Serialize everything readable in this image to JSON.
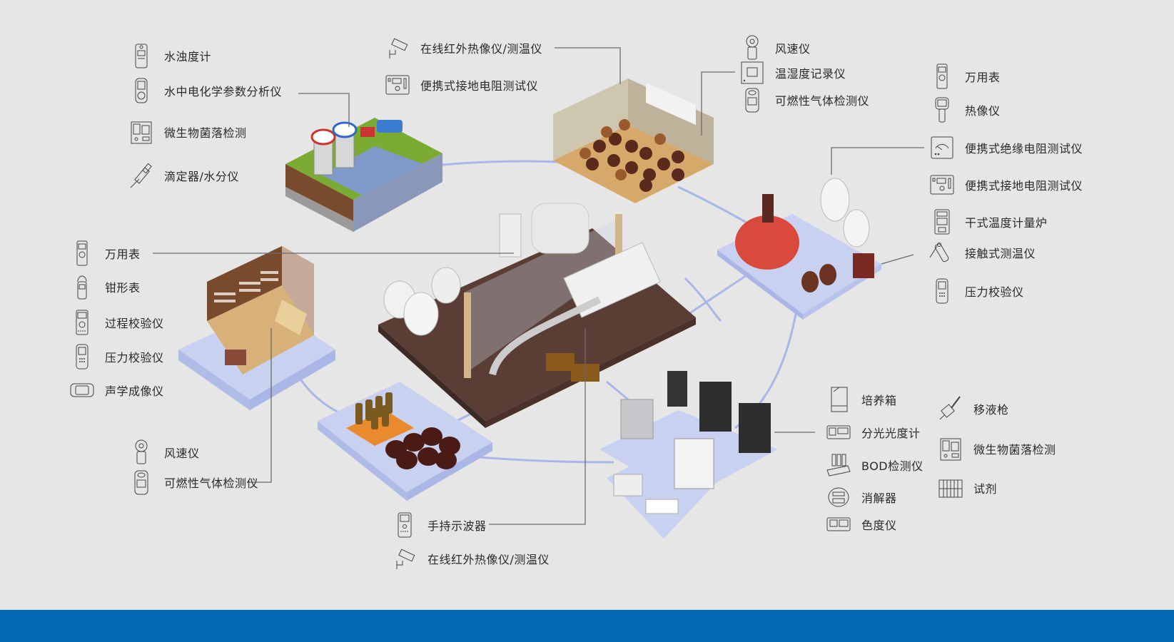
{
  "colors": {
    "background": "#e6e6e6",
    "footer_bar": "#0369b5",
    "connector_ring": "#a9b6e6",
    "leader_line": "#6b6b6b",
    "platform": "#c9d1f0",
    "floor_brown": "#5a3e36",
    "kettle_red": "#d9493c",
    "water_blue": "#7f9ac9",
    "grass_green": "#7bab32"
  },
  "scenes": {
    "water_treatment": "water-treatment-scene",
    "fermentation_room": "fermentation-room-scene",
    "brewhouse": "brewhouse-scene",
    "bottling_plant": "bottling-plant-scene",
    "wine_cellar": "wine-cellar-scene",
    "storage_jars": "storage-jars-scene",
    "laboratory": "laboratory-scene"
  },
  "groups": {
    "water": [
      {
        "label": "水浊度计",
        "icon": "turbidity-meter-icon"
      },
      {
        "label": "水中电化学参数分析仪",
        "icon": "electrochemical-analyzer-icon"
      },
      {
        "label": "微生物菌落检测",
        "icon": "microbial-colony-kit-icon"
      },
      {
        "label": "滴定器/水分仪",
        "icon": "titrator-icon"
      }
    ],
    "top_center": [
      {
        "label": "在线红外热像仪/测温仪",
        "icon": "infrared-camera-icon"
      },
      {
        "label": "便携式接地电阻测试仪",
        "icon": "ground-resistance-tester-icon"
      }
    ],
    "fermentation": [
      {
        "label": "风速仪",
        "icon": "anemometer-icon"
      },
      {
        "label": "温湿度记录仪",
        "icon": "humidity-logger-icon"
      },
      {
        "label": "可燃性气体检测仪",
        "icon": "gas-detector-icon"
      }
    ],
    "brewhouse": [
      {
        "label": "万用表",
        "icon": "multimeter-icon"
      },
      {
        "label": "热像仪",
        "icon": "thermal-imager-icon"
      },
      {
        "label": "便携式绝缘电阻测试仪",
        "icon": "insulation-tester-icon"
      },
      {
        "label": "便携式接地电阻测试仪",
        "icon": "ground-resistance-tester-icon"
      },
      {
        "label": "干式温度计量炉",
        "icon": "dry-block-calibrator-icon"
      },
      {
        "label": "接触式测温仪",
        "icon": "contact-thermometer-icon"
      },
      {
        "label": "压力校验仪",
        "icon": "pressure-calibrator-icon"
      }
    ],
    "bottling": [
      {
        "label": "万用表",
        "icon": "multimeter-icon"
      },
      {
        "label": "钳形表",
        "icon": "clamp-meter-icon"
      },
      {
        "label": "过程校验仪",
        "icon": "process-calibrator-icon"
      },
      {
        "label": "压力校验仪",
        "icon": "pressure-calibrator-icon"
      },
      {
        "label": "声学成像仪",
        "icon": "acoustic-imager-icon"
      }
    ],
    "cellar": [
      {
        "label": "风速仪",
        "icon": "anemometer-icon"
      },
      {
        "label": "可燃性气体检测仪",
        "icon": "gas-detector-icon"
      }
    ],
    "bottom_center": [
      {
        "label": "手持示波器",
        "icon": "handheld-oscilloscope-icon"
      },
      {
        "label": "在线红外热像仪/测温仪",
        "icon": "infrared-camera-icon"
      }
    ],
    "lab_left": [
      {
        "label": "培养箱",
        "icon": "incubator-icon"
      },
      {
        "label": "分光光度计",
        "icon": "spectrophotometer-icon"
      },
      {
        "label": "BOD检测仪",
        "icon": "bod-analyzer-icon"
      },
      {
        "label": "消解器",
        "icon": "digester-icon"
      },
      {
        "label": "色度仪",
        "icon": "colorimeter-icon"
      }
    ],
    "lab_right": [
      {
        "label": "移液枪",
        "icon": "pipette-icon"
      },
      {
        "label": "微生物菌落检测",
        "icon": "microbial-colony-kit-icon"
      },
      {
        "label": "试剂",
        "icon": "reagent-rack-icon"
      }
    ]
  }
}
